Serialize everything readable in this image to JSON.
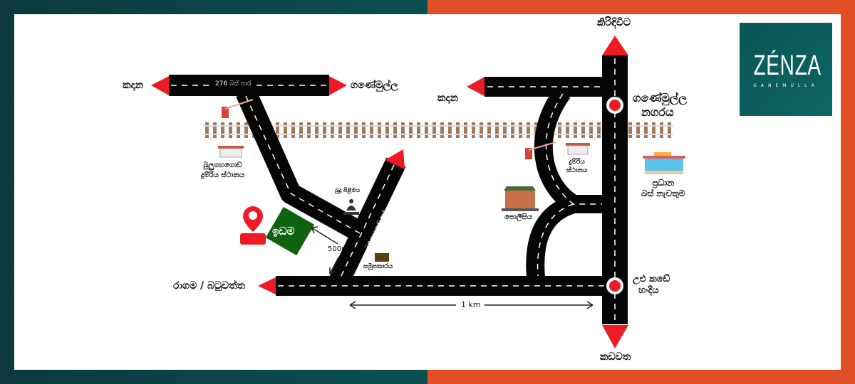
{
  "logo": {
    "name": "ZÉNZA",
    "subtitle": "GANEMULLA"
  },
  "roads": {
    "bus_route": "276 බස් පාර",
    "side_road": "බුළුගහගොඩ පාර"
  },
  "places": {
    "kadana_left": "කදාන",
    "ganemulla_top": "ගණේමුල්ල",
    "kadana_right": "කදාන",
    "kiridiwita": "කිරිඳිවිට",
    "ganemulla_town_1": "ගණේමුල්ල",
    "ganemulla_town_2": "නගරය",
    "bulugahagoda_station_1": "බුලුගහගොඩ",
    "bulugahagoda_station_2": "දුම්රිය ස්ථානය",
    "station_1": "දුම්රිය",
    "station_2": "ස්ථානය",
    "bus_stand_1": "ප්‍රධාන",
    "bus_stand_2": "බස් නැවතුම",
    "police": "පොලීසිය",
    "buddha_statue": "බුදු පිළිමය",
    "co_op": "සමූපකාරය",
    "land": "ඉඩම",
    "ragama": "රාගම / බටුවත්ත",
    "ulu_kade_1": "උළු කඩේ",
    "ulu_kade_2": "හංදිය",
    "kadawatha": "කඩවත"
  },
  "distances": {
    "land_to_road": "500m",
    "junction_span": "1 km"
  },
  "colors": {
    "road": "#050505",
    "arrow": "#ed1c24",
    "land": "#0f6310",
    "logo": "#0b5d5c"
  }
}
